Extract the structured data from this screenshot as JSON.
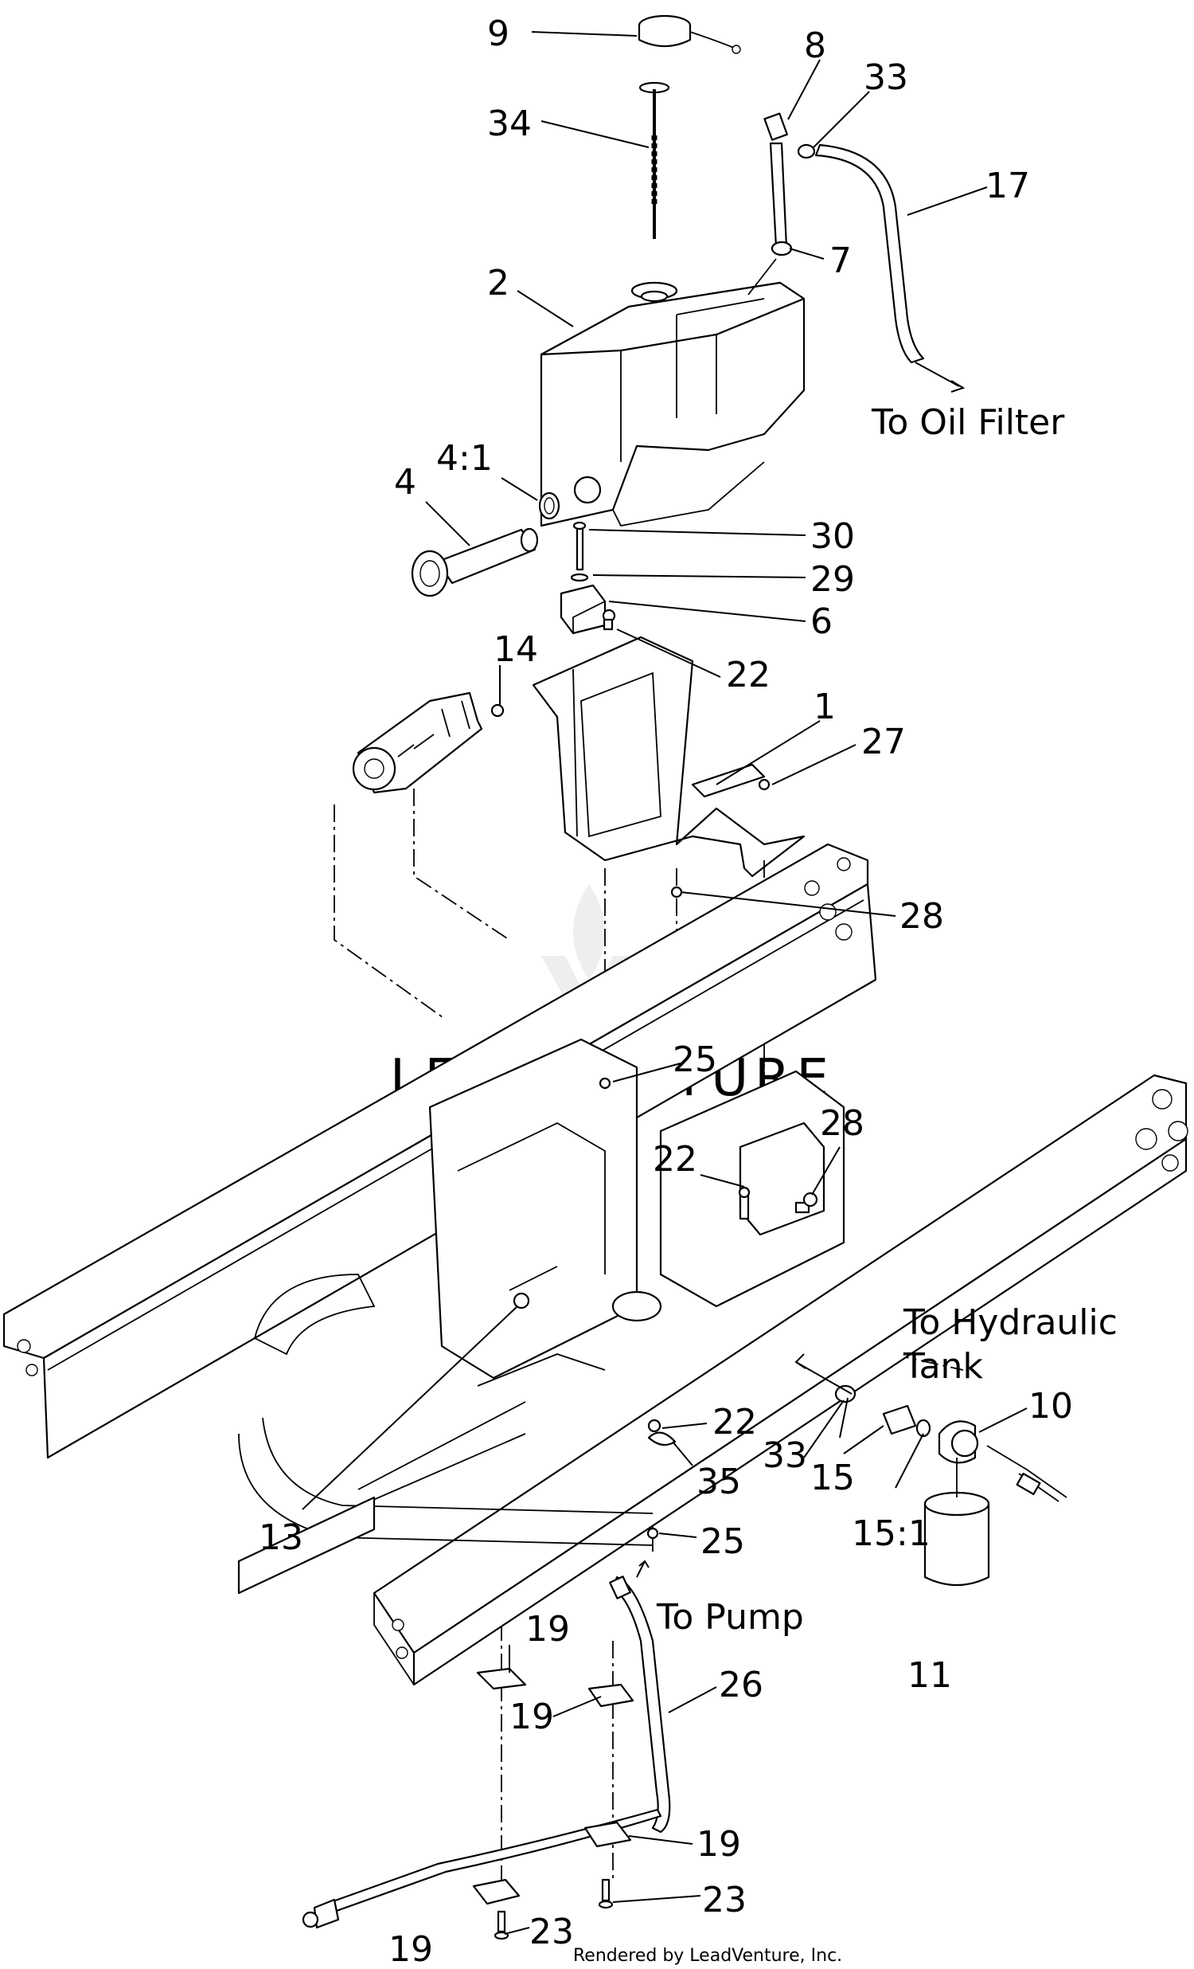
{
  "callouts": {
    "c9": "9",
    "c34": "34",
    "c8": "8",
    "c33a": "33",
    "c17": "17",
    "c7": "7",
    "c2": "2",
    "c4_1": "4:1",
    "c4": "4",
    "c30": "30",
    "c29": "29",
    "c6": "6",
    "c22a": "22",
    "c14": "14",
    "c1": "1",
    "c27": "27",
    "c28a": "28",
    "c25a": "25",
    "c28b": "28",
    "c22b": "22",
    "c10": "10",
    "c22c": "22",
    "c33b": "33",
    "c15": "15",
    "c13": "13",
    "c35": "35",
    "c15_1": "15:1",
    "c25b": "25",
    "c11": "11",
    "c19a": "19",
    "c26": "26",
    "c19b": "19",
    "c19c": "19",
    "c23a": "23",
    "c19d": "19",
    "c23b": "23"
  },
  "labels": {
    "to_oil_filter": "To Oil Filter",
    "to_hydraulic_1": "To Hydraulic",
    "to_hydraulic_2": "Tank",
    "to_pump": "To Pump"
  },
  "watermark": "LEADVENTURE",
  "credit": "Rendered by LeadVenture, Inc."
}
